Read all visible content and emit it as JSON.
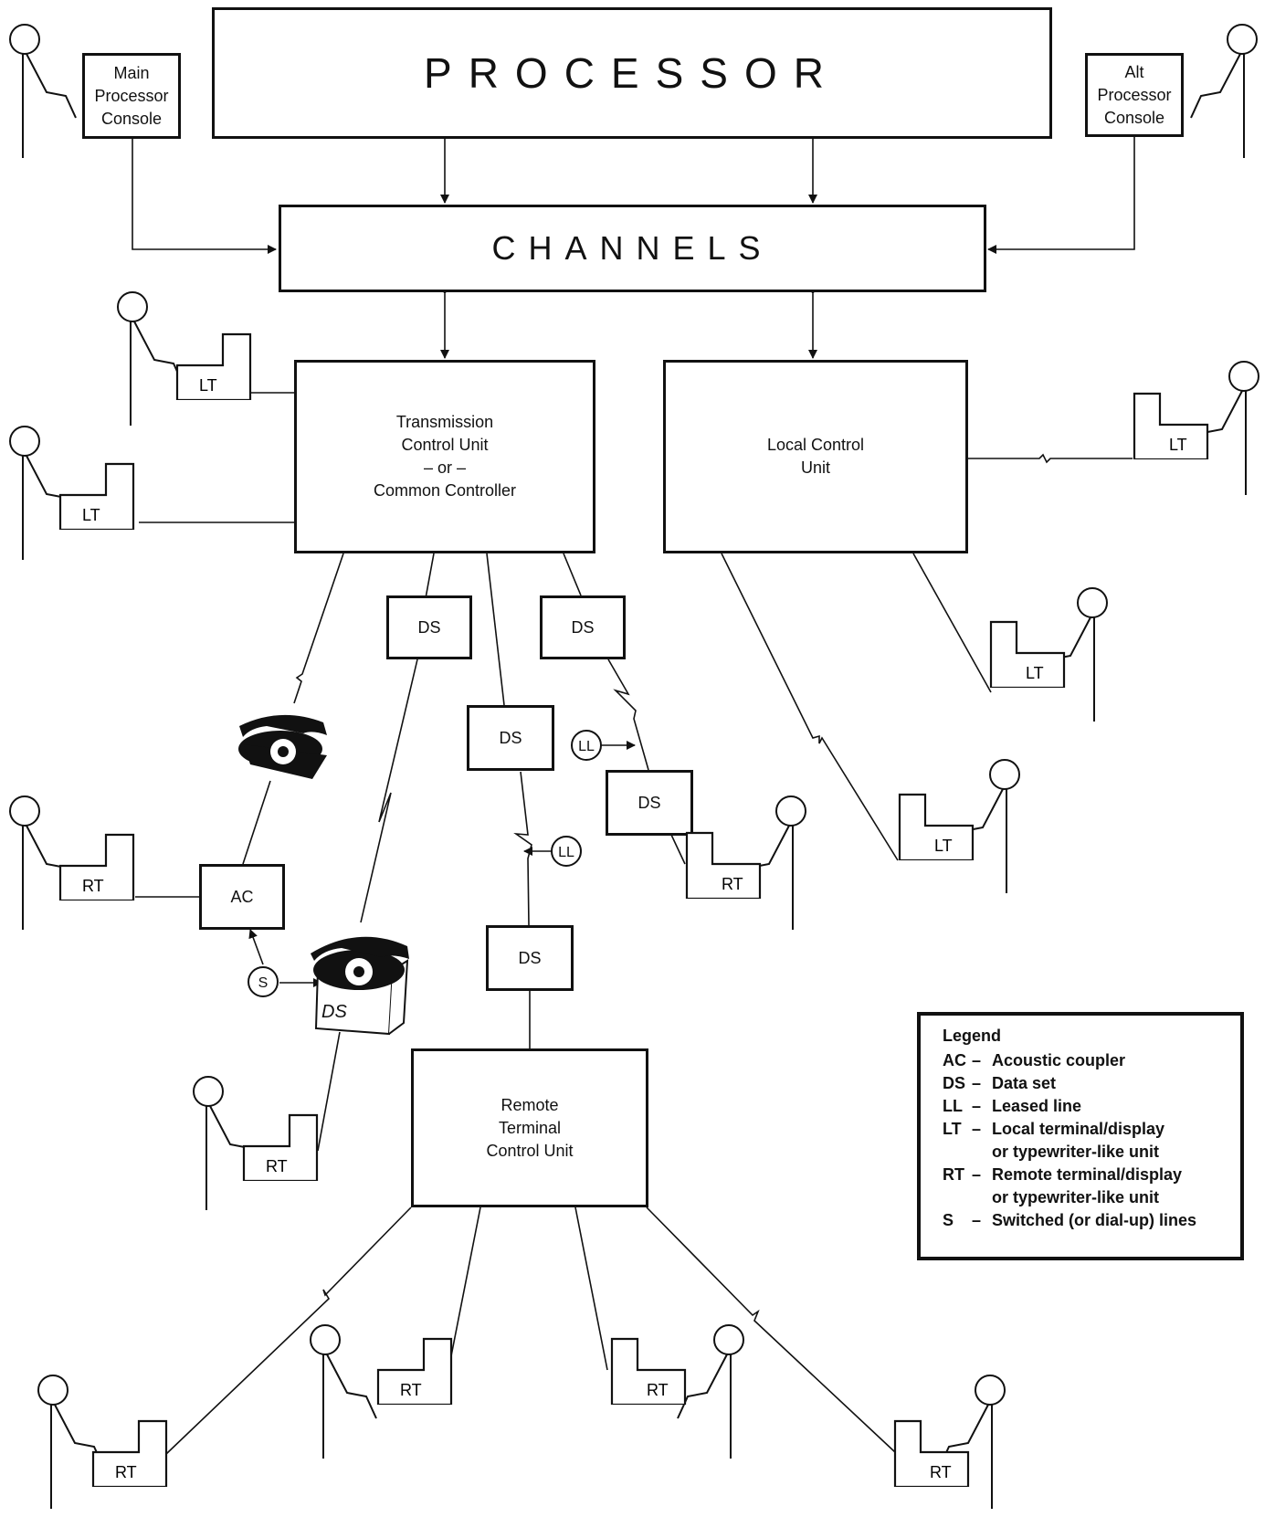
{
  "boxes": {
    "processor": "PROCESSOR",
    "channels": "CHANNELS",
    "main_console": "Main\nProcessor\nConsole",
    "alt_console": "Alt\nProcessor\nConsole",
    "tcu_line1": "Transmission",
    "tcu_line2": "Control Unit",
    "tcu_line3": "– or –",
    "tcu_line4": "Common Controller",
    "lcu_line1": "Local Control",
    "lcu_line2": "Unit",
    "rtcu_line1": "Remote",
    "rtcu_line2": "Terminal",
    "rtcu_line3": "Control Unit",
    "ds": "DS",
    "ac": "AC",
    "lt": "LT",
    "rt": "RT",
    "ll": "LL",
    "s": "S"
  },
  "legend": {
    "title": "Legend",
    "items": [
      {
        "code": "AC",
        "dash": "–",
        "def": "Acoustic coupler"
      },
      {
        "code": "DS",
        "dash": "–",
        "def": "Data set"
      },
      {
        "code": "LL",
        "dash": "–",
        "def": "Leased line"
      },
      {
        "code": "LT",
        "dash": "–",
        "def": "Local terminal/display"
      },
      {
        "code": "",
        "dash": "",
        "def": "or typewriter-like unit"
      },
      {
        "code": "RT",
        "dash": "–",
        "def": "Remote terminal/display"
      },
      {
        "code": "",
        "dash": "",
        "def": "or typewriter-like unit"
      },
      {
        "code": "S",
        "dash": "–",
        "def": "Switched (or dial-up) lines"
      }
    ]
  }
}
